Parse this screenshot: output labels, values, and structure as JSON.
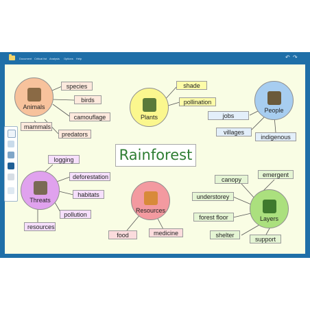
{
  "menubar": {
    "items": [
      "Document",
      "Critical list",
      "Analysis",
      "Options",
      "Help"
    ]
  },
  "title": "Rainforest",
  "hubs": [
    {
      "label": "Animals",
      "color": "#f7c29c"
    },
    {
      "label": "Plants",
      "color": "#fbf78e"
    },
    {
      "label": "People",
      "color": "#a7cdf0"
    },
    {
      "label": "Threats",
      "color": "#e0a2ee"
    },
    {
      "label": "Resources",
      "color": "#f39aa0"
    },
    {
      "label": "Layers",
      "color": "#abe07e"
    }
  ],
  "animals": [
    "species",
    "birds",
    "camouflage",
    "predators",
    "mammals"
  ],
  "plants": [
    "shade",
    "pollination"
  ],
  "people": [
    "jobs",
    "villages",
    "indigenous"
  ],
  "threats": [
    "logging",
    "deforestation",
    "habitats",
    "pollution",
    "resources"
  ],
  "resources": [
    "food",
    "medicine"
  ],
  "layers": [
    "emergent",
    "canopy",
    "understorey",
    "forest floor",
    "shelter",
    "support"
  ],
  "colors": {
    "frame": "#1f6fa8",
    "canvas": "#f9fde4",
    "animals_leaf": "#fde9dd",
    "plants_leaf": "#fdfca9",
    "people_leaf": "#e3effa",
    "threats_leaf": "#f6dffc",
    "resources_leaf": "#fbdcdd",
    "layers_leaf": "#e5f5d4",
    "title_text": "#2e7d32"
  },
  "icons": [
    "folder-icon",
    "undo-icon",
    "redo-icon",
    "select-tool-icon",
    "line-tool-icon",
    "eraser-tool-icon",
    "text-tool-icon",
    "trash-icon",
    "upload-icon"
  ]
}
